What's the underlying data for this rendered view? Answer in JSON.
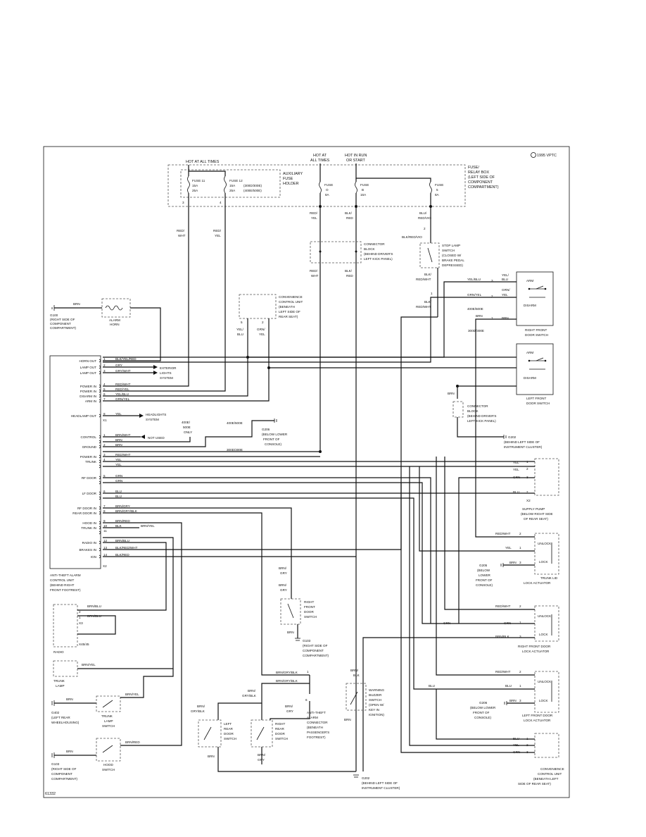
{
  "copyright": "1995 VPTC",
  "figure_number": "61332",
  "power": {
    "hot_at_all_times_left": "HOT AT ALL TIMES",
    "hot_at_all_times_mid_1": "HOT AT",
    "hot_at_all_times_mid_2": "ALL TIMES",
    "hot_in_run_1": "HOT IN RUN",
    "hot_in_run_2": "OR START"
  },
  "fuse_relay_box": [
    "FUSE/",
    "RELAY BOX",
    "(LEFT SIDE OF",
    "COMPONENT",
    "COMPARTMENT)"
  ],
  "aux_fuse_holder": [
    "AUXILIARY",
    "FUSE",
    "HOLDER"
  ],
  "fuses": {
    "f11": [
      "FUSE 11",
      "15A",
      "25A"
    ],
    "f12": [
      "FUSE 12",
      "15A",
      "25A"
    ],
    "f12_notes": [
      "(300D/300E)",
      "(400E/500E)"
    ],
    "fo": [
      "FUSE",
      "O",
      "8A"
    ],
    "fb": [
      "FUSE",
      "B",
      "16A"
    ],
    "f5": [
      "FUSE",
      "5",
      "8A"
    ]
  },
  "pins_top": {
    "p3": "3",
    "p4": "4",
    "p2": "2",
    "p1": "1"
  },
  "wire_labels": {
    "red_wht": [
      "RED/",
      "WHT"
    ],
    "red_yel": [
      "RED/",
      "YEL"
    ],
    "red_yel_mid": [
      "RED/",
      "YEL"
    ],
    "blk_red_mid": [
      "BLK/",
      "RED"
    ],
    "red_wht_mid": [
      "RED/",
      "WHT"
    ],
    "blk_red_mid2": [
      "BLK/",
      "RED"
    ],
    "blu_red_vio": [
      "BLU/",
      "RED/VIO"
    ],
    "blk_red_vio": "BLK/RED/VIO",
    "blk_red_wht": [
      "BLK/",
      "RED/WHT"
    ],
    "blk_red_wht2": [
      "BLK/",
      "RED/WHT"
    ],
    "yel_blu": [
      "YEL/",
      "BLU"
    ],
    "grn_yel": [
      "GRN/",
      "YEL"
    ],
    "brn": "BRN",
    "brn_gry": [
      "BRN/",
      "GRY"
    ],
    "brn_gry2": [
      "BRN/",
      "GRY"
    ],
    "brn_blk": [
      "BRN/",
      "BLK"
    ]
  },
  "connector_block_top": [
    "CONNECTOR",
    "BLOCK",
    "(BEHIND DRIVER'S",
    "LEFT KICK PANEL)"
  ],
  "stop_lamp": [
    "STOP LAMP",
    "SWITCH",
    "(CLOSED W/",
    "BRAKE PEDAL",
    "DEPRESSED)"
  ],
  "horn": {
    "wire": "BRN",
    "label": [
      "ALARM",
      "HORN"
    ],
    "ground": [
      "G100",
      "(RIGHT SIDE OF",
      "COMPONENT",
      "COMPARTMENT)"
    ]
  },
  "convenience_top": [
    "CONVENIENCE",
    "CONTROL UNIT",
    "(BENEATH",
    "LEFT SIDE OF",
    "REAR SEAT)"
  ],
  "conv_pins": {
    "p5": "5",
    "p2": "2",
    "w5": [
      "YEL/",
      "BLU"
    ],
    "w2": [
      "GRN/",
      "YEL"
    ]
  },
  "control_unit": {
    "pins": [
      {
        "name": "HORN OUT",
        "num": "1",
        "wire": "BLK/YEL/RED"
      },
      {
        "name": "LAMP OUT",
        "num": "2",
        "wire": "GRY"
      },
      {
        "name": "LAMP OUT",
        "num": "3",
        "wire": "GRY/WHT"
      },
      {
        "name": "POWER IN",
        "num": "4",
        "wire": "RED/WHT"
      },
      {
        "name": "POWER IN",
        "num": "5",
        "wire": "RED/YEL"
      },
      {
        "name": "DISARM IN",
        "num": "6",
        "wire": "YEL/BLU"
      },
      {
        "name": "ARM IN",
        "num": "7",
        "wire": "GRN/YEL"
      },
      {
        "name": "HEADLAMP OUT",
        "num": "8",
        "wire": "YEL"
      }
    ],
    "x1": "X1",
    "pins2": [
      {
        "name": "CONTROL",
        "num": "1",
        "wire": "BRN/WHT"
      },
      {
        "name": "",
        "num": "",
        "wire": "BRN"
      },
      {
        "name": "GROUND",
        "num": "2",
        "wire": "BRN"
      },
      {
        "name": "POWER IN",
        "num": "3",
        "wire": "RED/WHT"
      },
      {
        "name": "TRUNK",
        "num": "4",
        "wire": "YEL"
      },
      {
        "name": "",
        "num": "",
        "wire": "YEL"
      },
      {
        "name": "RF DOOR",
        "num": "5",
        "wire": "GRN"
      },
      {
        "name": "",
        "num": "",
        "wire": "GRN"
      },
      {
        "name": "LF DOOR",
        "num": "6",
        "wire": "BLU"
      },
      {
        "name": "",
        "num": "",
        "wire": "BLU"
      },
      {
        "name": "RF DOOR IN",
        "num": "7",
        "wire": "BRN/GRY"
      },
      {
        "name": "REAR DOOR IN",
        "num": "8",
        "wire": "BRN/GRY/BLK"
      },
      {
        "name": "HOOD IN",
        "num": "9",
        "wire": "BRN/RED"
      },
      {
        "name": "TRUNK IN",
        "num": "10",
        "wire": "BLK"
      },
      {
        "name": "",
        "num": "11",
        "wire": ""
      },
      {
        "name": "RADIO IN",
        "num": "12",
        "wire": "BRN/BLU"
      },
      {
        "name": "BRAKES IN",
        "num": "13",
        "wire": "BLK/RED/WHT"
      },
      {
        "name": "IGN",
        "num": "14",
        "wire": "BLK/RED"
      }
    ],
    "x2": "X2",
    "trunk_in_extra": "BRN/YEL",
    "label": [
      "ANTI-THEFT ALARM",
      "CONTROL UNIT",
      "(BEHIND RIGHT",
      "FRONT FOOTREST)"
    ]
  },
  "exterior_lights": [
    "EXTERIOR",
    "LIGHTS",
    "SYSTEM"
  ],
  "headlights": [
    "HEADLIGHTS",
    "SYSTEM"
  ],
  "not_used": "NOT USED",
  "model_notes": {
    "m400": [
      "400E/",
      "500E",
      "ONLY"
    ],
    "m400b": "400E/500E",
    "m300": "300D/300E",
    "m400c": "400E/500E",
    "m300b": "300D/300E"
  },
  "g206_top": [
    "G206",
    "(BELOW LOWER",
    "FRONT OF",
    "CONSOLE)"
  ],
  "right_front_door_sw": {
    "arm": "ARM",
    "disarm": "DISARM",
    "label": [
      "RIGHT FRONT",
      "DOOR SWITCH"
    ],
    "pins": [
      "3",
      "2",
      "1"
    ]
  },
  "left_front_door_sw": {
    "arm": "ARM",
    "disarm": "DISARM",
    "label": [
      "LEFT FRONT",
      "DOOR SWITCH"
    ],
    "pins": [
      "3",
      "2",
      "1"
    ]
  },
  "lf_wires": {
    "yel_blu": [
      "YEL/",
      "BLU"
    ],
    "grn_yel": [
      "GRN/",
      "YEL"
    ],
    "yel_blu2": "YEL/BLU",
    "grn_yel2": "GRN/YEL",
    "brn": "BRN",
    "brn2": "BRN"
  },
  "connector_block_mid": [
    "CONNECTOR",
    "BLOCK",
    "(BEHIND DRIVER'S",
    "LEFT KICK PANEL)"
  ],
  "g202_mid": [
    "G202",
    "(BEHIND LEFT SIDE OF",
    "INSTRUMENT CLUSTER)"
  ],
  "supply_pump": {
    "wires": [
      "YEL",
      "YEL",
      "GRN",
      "BLU"
    ],
    "pins": [
      "1",
      "2",
      "3",
      "2"
    ],
    "x2": "X2",
    "label": [
      "SUPPLY PUMP",
      "(BELOW RIGHT SIDE",
      "OF REAR SEAT)"
    ]
  },
  "trunk_lid_actuator": {
    "wires": [
      "RED/WHT",
      "YEL",
      "BRN"
    ],
    "pins": [
      "2",
      "1",
      "3"
    ],
    "unlock": "UNLOCK",
    "lock": "LOCK",
    "ground": [
      "G205",
      "(BELOW",
      "LOWER",
      "FRONT OF",
      "CONSOLE)"
    ],
    "label": [
      "TRUNK LID",
      "LOCK ACTUATOR"
    ]
  },
  "rf_door_actuator": {
    "wires": [
      "RED/WHT",
      "GRN",
      "BRN/BLK",
      "GRN"
    ],
    "pins": [
      "2",
      "1",
      "3"
    ],
    "unlock": "UNLOCK",
    "lock": "LOCK",
    "label": [
      "RIGHT FRONT DOOR",
      "LOCK ACTUATOR"
    ]
  },
  "lf_door_actuator": {
    "wires": [
      "RED/WHT",
      "BLU",
      "BRN",
      "BLU"
    ],
    "pins": [
      "2",
      "1",
      "3"
    ],
    "unlock": "UNLOCK",
    "lock": "LOCK",
    "ground": [
      "G206",
      "(BELOW LOWER",
      "FRONT OF",
      "CONSOLE)"
    ],
    "label": [
      "LEFT FRONT DOOR",
      "LOCK ACTUATOR"
    ]
  },
  "conv_bottom": {
    "wires": [
      "BLU",
      "YEL",
      "GRN"
    ],
    "pins": [
      "1",
      "2",
      "3"
    ],
    "label": [
      "CONVENIENCE",
      "CONTROL UNIT",
      "(BENEATH LEFT",
      "SIDE OF REAR SEAT)"
    ]
  },
  "rf_door_switch": {
    "wires": [
      "BRN/",
      "GRY",
      "BRN/",
      "GRY"
    ],
    "label": [
      "RIGHT",
      "FRONT",
      "DOOR",
      "SWITCH"
    ],
    "brn": "BRN",
    "ground": [
      "G103",
      "(RIGHT SIDE OF",
      "COMPONENT",
      "COMPARTMENT)"
    ]
  },
  "radio": {
    "wires": [
      "BRN/BLU",
      "BRN/BLU"
    ],
    "pins": [
      "2",
      "1"
    ],
    "x3": "X3",
    "x45": "X45/45",
    "label": "RADIO"
  },
  "trunk_lamp": {
    "wire": "BRN/YEL",
    "label": [
      "TRUNK",
      "LAMP"
    ]
  },
  "trunk_lamp_switch": {
    "wires": [
      "BRN",
      "BRN/YEL"
    ],
    "label": [
      "TRUNK",
      "LAMP",
      "SWITCH"
    ],
    "ground": [
      "G402",
      "(LEFT REAR",
      "WHEELHOUSING)"
    ]
  },
  "hood_switch": {
    "wires": [
      "BRN",
      "BRN/RED"
    ],
    "label": [
      "HOOD",
      "SWITCH"
    ],
    "ground": [
      "G103",
      "(RIGHT SIDE OF",
      "COMPONENT",
      "COMPARTMENT)"
    ]
  },
  "rear_door": {
    "brn_gry_blk": "BRN/GRY/BLK",
    "brn_gry_blk2": "BRN/GRY/BLK",
    "brn_gry_blk3": [
      "BRN/",
      "GRY/BLK"
    ],
    "brn_gry_blk4": [
      "BRN/",
      "GRY/BLK"
    ],
    "brn_gry": [
      "BRN/",
      "GRY"
    ],
    "left": [
      "LEFT",
      "REAR",
      "DOOR",
      "SWITCH"
    ],
    "right": [
      "RIGHT",
      "REAR",
      "DOOR",
      "SWITCH"
    ],
    "brn": "BRN",
    "brn_gry2": [
      "BRN/",
      "GRY"
    ],
    "pin1": "1",
    "pin6": "6"
  },
  "anti_theft_conn": [
    "ANTI-THEFT",
    "ALARM",
    "CONNECTOR",
    "(BENEATH",
    "PASSENGER'S",
    "FOOTREST)"
  ],
  "warning_buzzer": {
    "wires": [
      "BRN/",
      "BLK",
      "BRN"
    ],
    "label": [
      "WARNING",
      "BUZZER",
      "SWITCH",
      "(OPEN W/",
      "KEY IN",
      "IGNITION)"
    ]
  },
  "g202_bottom": [
    "G202",
    "(BEHIND LEFT SIDE OF",
    "INSTRUMENT CLUSTER)"
  ]
}
